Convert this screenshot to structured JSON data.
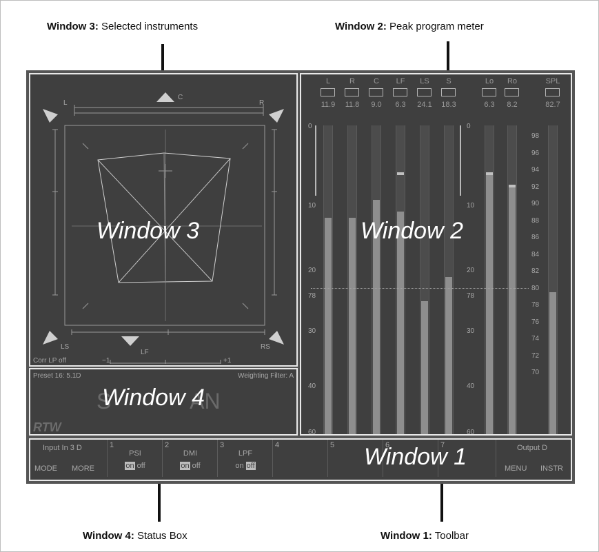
{
  "callouts": {
    "w3": {
      "bold": "Window 3:",
      "text": " Selected instruments"
    },
    "w2": {
      "bold": "Window 2:",
      "text": " Peak program meter"
    },
    "w4": {
      "bold": "Window 4:",
      "text": " Status Box"
    },
    "w1": {
      "bold": "Window 1:",
      "text": " Toolbar"
    }
  },
  "window3": {
    "overlay": "Window 3",
    "labels": {
      "l": "L",
      "c": "C",
      "r": "R",
      "ls": "LS",
      "lf": "LF",
      "rs": "RS"
    },
    "corr_text": "Corr LP off",
    "scale_min": "−1",
    "scale_max": "+1",
    "icons": [
      "speaker-l-icon",
      "speaker-c-icon",
      "speaker-r-icon",
      "speaker-ls-icon",
      "speaker-lf-icon",
      "speaker-rs-icon"
    ]
  },
  "window2": {
    "overlay": "Window 2",
    "channels": [
      {
        "label": "L",
        "value": "11.9",
        "level": 0.7,
        "hold": null
      },
      {
        "label": "R",
        "value": "11.8",
        "level": 0.7,
        "hold": null
      },
      {
        "label": "C",
        "value": "9.0",
        "level": 0.76,
        "hold": null
      },
      {
        "label": "LF",
        "value": "6.3",
        "level": 0.72,
        "hold": 0.84
      },
      {
        "label": "LS",
        "value": "24.1",
        "level": 0.43,
        "hold": null
      },
      {
        "label": "S",
        "value": "18.3",
        "level": 0.51,
        "hold": null
      }
    ],
    "channels_b": [
      {
        "label": "Lo",
        "value": "6.3",
        "level": 0.84,
        "hold": 0.84
      },
      {
        "label": "Ro",
        "value": "8.2",
        "level": 0.8,
        "hold": 0.8
      }
    ],
    "spl": {
      "label": "SPL",
      "value": "82.7",
      "level": 0.46
    },
    "scale_a": [
      "0",
      "10",
      "20",
      "30",
      "40",
      "60"
    ],
    "scale_b": [
      "0",
      "10",
      "20",
      "30",
      "40",
      "60"
    ],
    "ref_a": "78",
    "ref_b": "78",
    "spl_scale": [
      "98",
      "96",
      "94",
      "92",
      "90",
      "88",
      "86",
      "84",
      "82",
      "80",
      "78",
      "76",
      "74",
      "72",
      "70"
    ]
  },
  "window4": {
    "overlay": "Window 4",
    "preset": "Preset 16: 5.1D",
    "weighting": "Weighting Filter: A",
    "ghost": "S             AN",
    "logo": "RTW"
  },
  "window1": {
    "overlay": "Window 1",
    "input": "Input In 3 D",
    "mode": "MODE",
    "more": "MORE",
    "slots": [
      {
        "num": "1",
        "name": "PSI",
        "on": "on",
        "off": "off",
        "active": "on"
      },
      {
        "num": "2",
        "name": "DMI",
        "on": "on",
        "off": "off",
        "active": "on"
      },
      {
        "num": "3",
        "name": "LPF",
        "on": "on",
        "off": "off",
        "active": "off"
      },
      {
        "num": "4",
        "name": "",
        "on": "",
        "off": "",
        "active": ""
      },
      {
        "num": "5",
        "name": "",
        "on": "",
        "off": "",
        "active": ""
      },
      {
        "num": "6",
        "name": "",
        "on": "",
        "off": "",
        "active": ""
      },
      {
        "num": "7",
        "name": "",
        "on": "",
        "off": "",
        "active": ""
      }
    ],
    "output": "Output D",
    "menu": "MENU",
    "instr": "INSTR"
  }
}
